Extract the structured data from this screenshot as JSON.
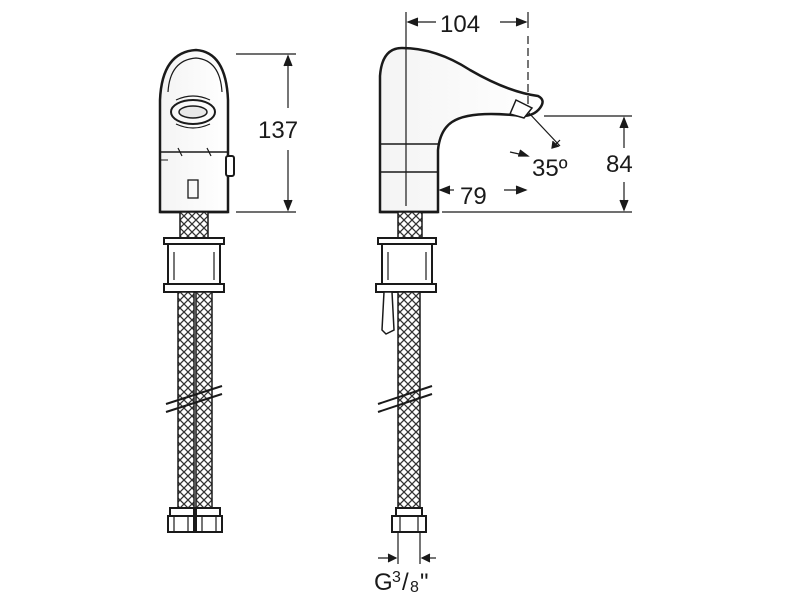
{
  "dimensions": {
    "height_total": "137",
    "spout_reach": "104",
    "spout_height": "84",
    "outlet_reach": "79",
    "spout_angle": "35º",
    "thread_prefix": "G",
    "thread_numerator": "3",
    "thread_slash": "/",
    "thread_denominator": "8",
    "thread_unit": "\""
  }
}
